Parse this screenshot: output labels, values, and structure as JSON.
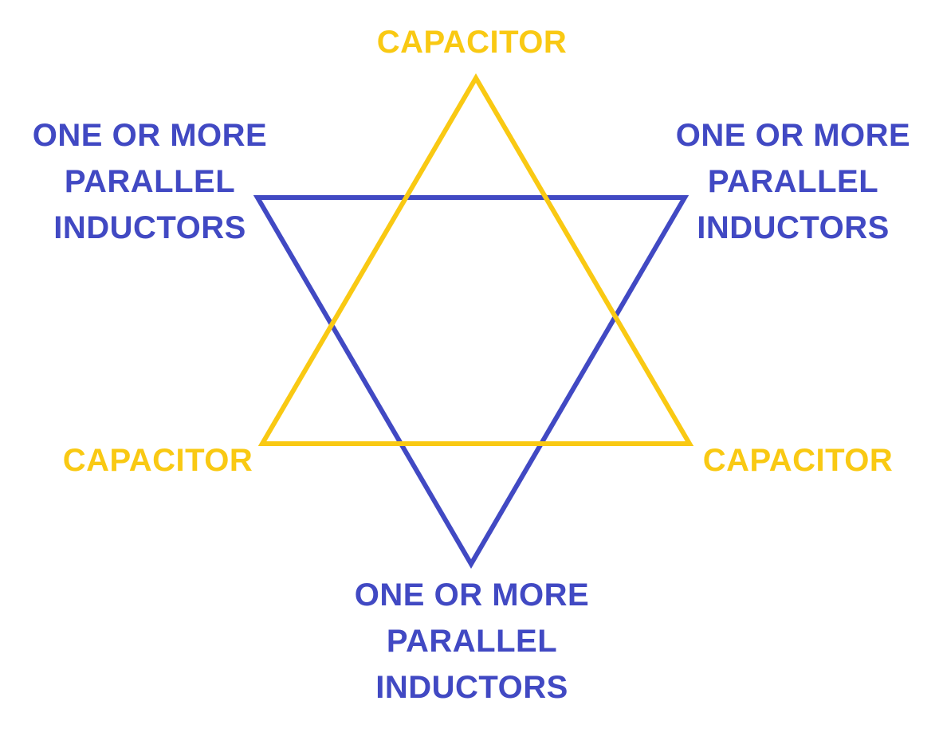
{
  "colors": {
    "inductor": "#4149c3",
    "capacitor": "#f9c913",
    "background": "#ffffff"
  },
  "labels": {
    "capacitor_top": "CAPACITOR",
    "capacitor_left": "CAPACITOR",
    "capacitor_right": "CAPACITOR",
    "inductor_left": [
      "ONE OR MORE",
      "PARALLEL",
      "INDUCTORS"
    ],
    "inductor_right": [
      "ONE OR MORE",
      "PARALLEL",
      "INDUCTORS"
    ],
    "inductor_bottom": [
      "ONE OR MORE",
      "PARALLEL",
      "INDUCTORS"
    ]
  }
}
